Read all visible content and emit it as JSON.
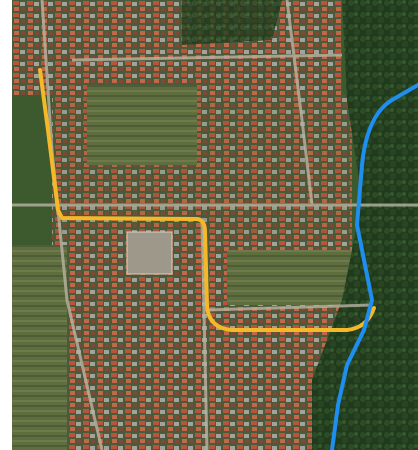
{
  "map": {
    "kind": "satellite-imagery",
    "colors": {
      "vegetation_dark": "#1f3a1c",
      "vegetation": "#3c5a2e",
      "fields": "#6f7a4c",
      "rooftops_orange": "#b5563a",
      "rooftops_grey": "#9a9a92",
      "road": "#b8b4a4"
    },
    "routes": [
      {
        "id": "orange-route",
        "color": "#f5b829"
      },
      {
        "id": "river",
        "color": "#1e8ff0"
      }
    ]
  }
}
